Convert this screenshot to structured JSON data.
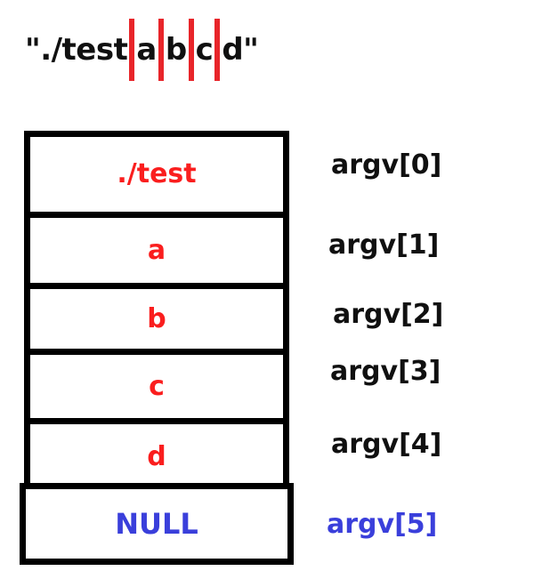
{
  "diagram": {
    "title": {
      "segments": [
        "\"./test",
        "a",
        "b",
        "c",
        "d\""
      ],
      "separator_color": "#e8252a",
      "text_color": "#101010"
    },
    "colors": {
      "argument_red": "#fa1e1e",
      "null_blue": "#3a3fdb",
      "border_black": "#000000",
      "background": "#ffffff"
    },
    "argv_rows": [
      {
        "value": "./test",
        "label": "argv[0]",
        "color": "#fa1e1e",
        "label_color": "#101010"
      },
      {
        "value": "a",
        "label": "argv[1]",
        "color": "#fa1e1e",
        "label_color": "#101010"
      },
      {
        "value": "b",
        "label": "argv[2]",
        "color": "#fa1e1e",
        "label_color": "#101010"
      },
      {
        "value": "c",
        "label": "argv[3]",
        "color": "#fa1e1e",
        "label_color": "#101010"
      },
      {
        "value": "d",
        "label": "argv[4]",
        "color": "#fa1e1e",
        "label_color": "#101010"
      },
      {
        "value": "NULL",
        "label": "argv[5]",
        "color": "#3a3fdb",
        "label_color": "#3a3fdb"
      }
    ]
  }
}
